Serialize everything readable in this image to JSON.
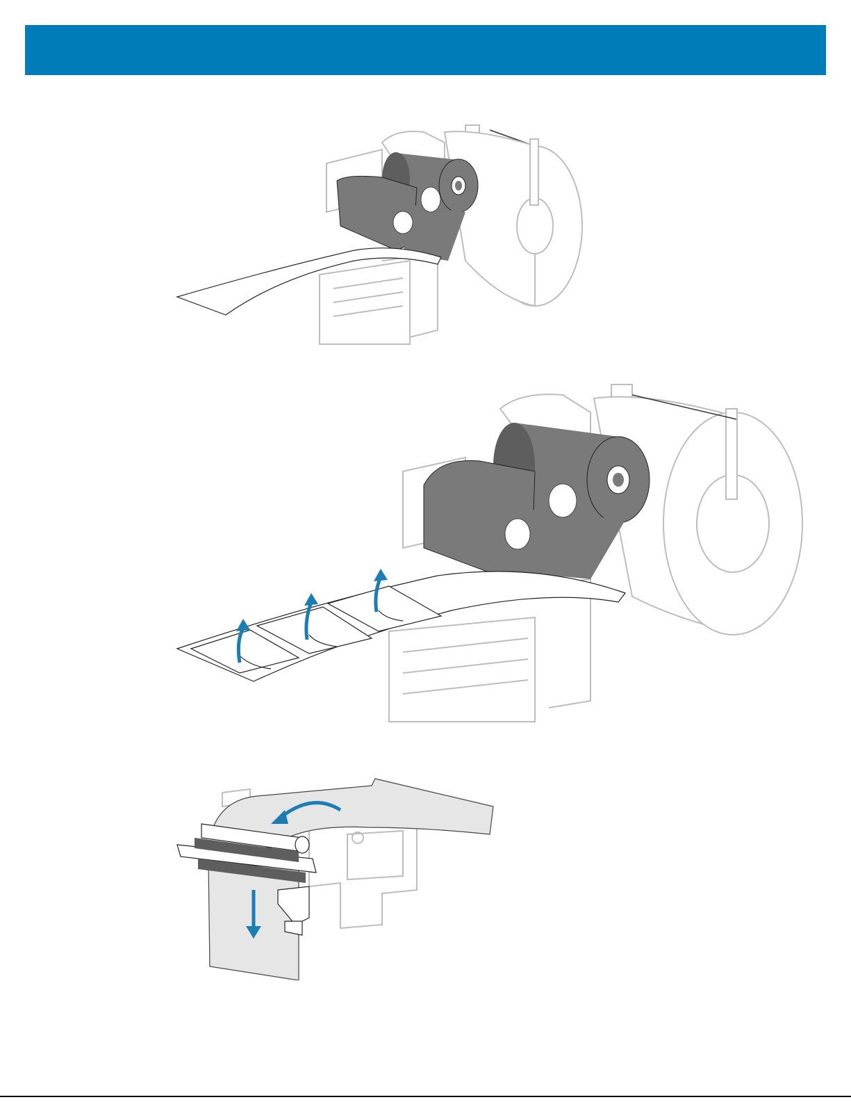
{
  "header": {
    "band_color": "#007DB8"
  },
  "colors": {
    "accent_arrow": "#1B7DB3",
    "ribbon_gray": "#7A7A7A",
    "ribbon_dark": "#5E5E5E",
    "outline_gray": "#BDBDBD",
    "media_fill": "#FFFFFF",
    "liner_fill": "#E6E6E6"
  },
  "figures": [
    {
      "id": "step-load-media",
      "icons": [
        "ribbon-roll-icon",
        "media-roll-icon",
        "media-strip-icon"
      ]
    },
    {
      "id": "step-peel-labels",
      "icons": [
        "ribbon-roll-icon",
        "media-roll-icon",
        "label-peel-arrow-icon"
      ]
    },
    {
      "id": "step-liner-through-rewind",
      "icons": [
        "peel-roller-icon",
        "liner-direction-arrow-icon",
        "pull-down-arrow-icon"
      ]
    }
  ]
}
